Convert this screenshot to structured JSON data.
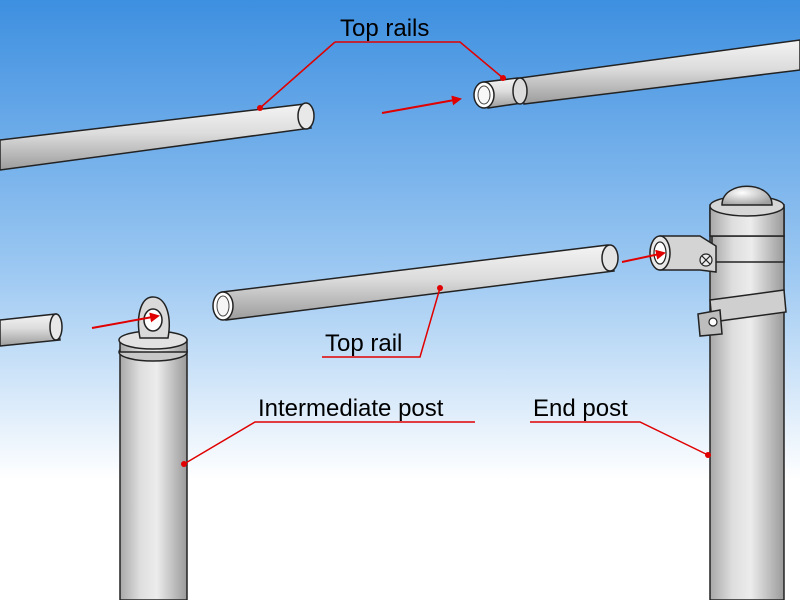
{
  "labels": {
    "top_rails": "Top rails",
    "top_rail": "Top rail",
    "intermediate_post": "Intermediate post",
    "end_post": "End post"
  },
  "colors": {
    "sky_top": "#3d8fe0",
    "sky_bottom": "#ffffff",
    "leader_line": "#e00000",
    "arrow": "#e00000",
    "metal": "#d8d8d8",
    "outline": "#222222"
  }
}
